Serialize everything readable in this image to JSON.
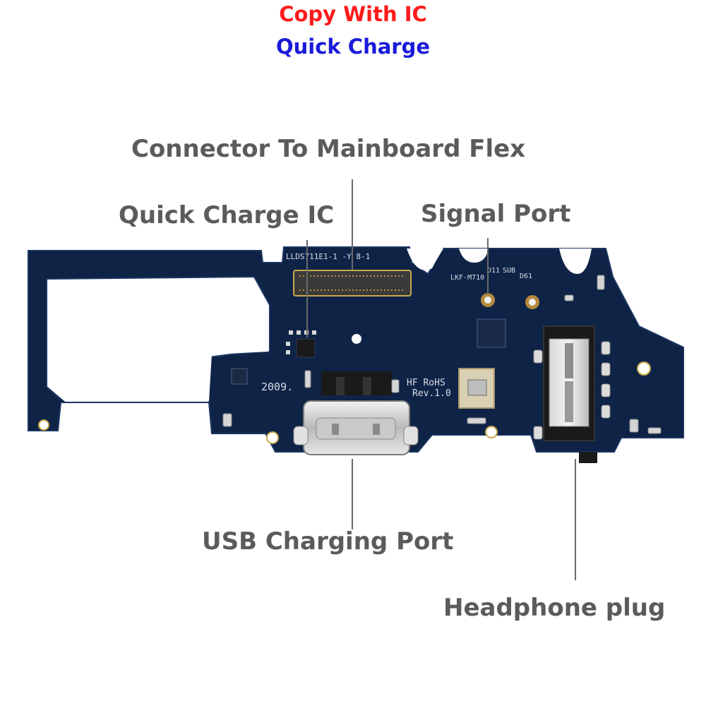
{
  "header": {
    "line1": "Copy With IC",
    "line2": "Quick Charge",
    "line1_color": "#ff1a1a",
    "line2_color": "#1a1adb"
  },
  "callouts": {
    "connector": "Connector To Mainboard Flex",
    "quick_charge_ic": "Quick Charge IC",
    "signal_port": "Signal Port",
    "usb_port": "USB Charging Port",
    "headphone": "Headphone plug"
  },
  "silkscreen": {
    "part_no": "LLDS711E1-1 -Y 8-1",
    "model": "LKF-M710",
    "d11": "D11",
    "sub": "SUB",
    "d61": "D61",
    "date": "2009.",
    "rohs": "HF RoHS",
    "rev": "Rev.1.0"
  },
  "colors": {
    "pcb": "#0e2346",
    "pcb_edge": "#1b3560",
    "callout_text": "#5b5b5b"
  }
}
